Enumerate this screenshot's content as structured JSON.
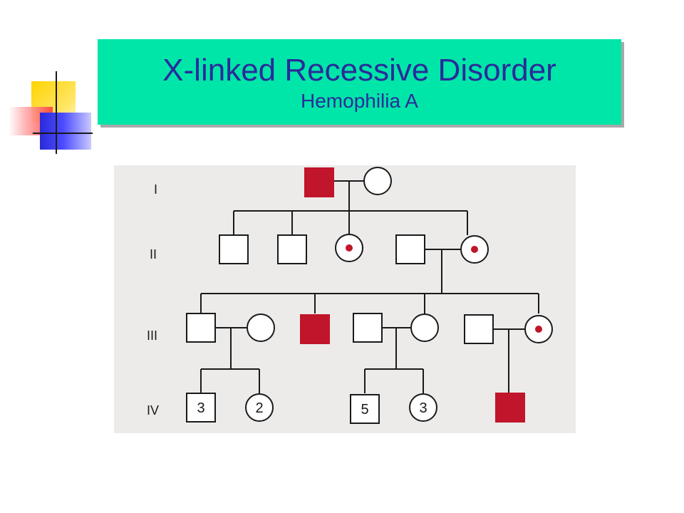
{
  "slide": {
    "title": "X-linked Recessive Disorder",
    "subtitle": "Hemophilia A"
  },
  "pedigree": {
    "generations": [
      "I",
      "II",
      "III",
      "IV"
    ],
    "affected_color": "#c0152a",
    "carrier_dot_color": "#c0152a",
    "count_labels": {
      "iv_male_1": "3",
      "iv_female_1": "2",
      "iv_male_2": "5",
      "iv_female_2": "3"
    }
  },
  "colors": {
    "title_bg": "#00e6a8",
    "title_text": "#2b2b9a"
  }
}
